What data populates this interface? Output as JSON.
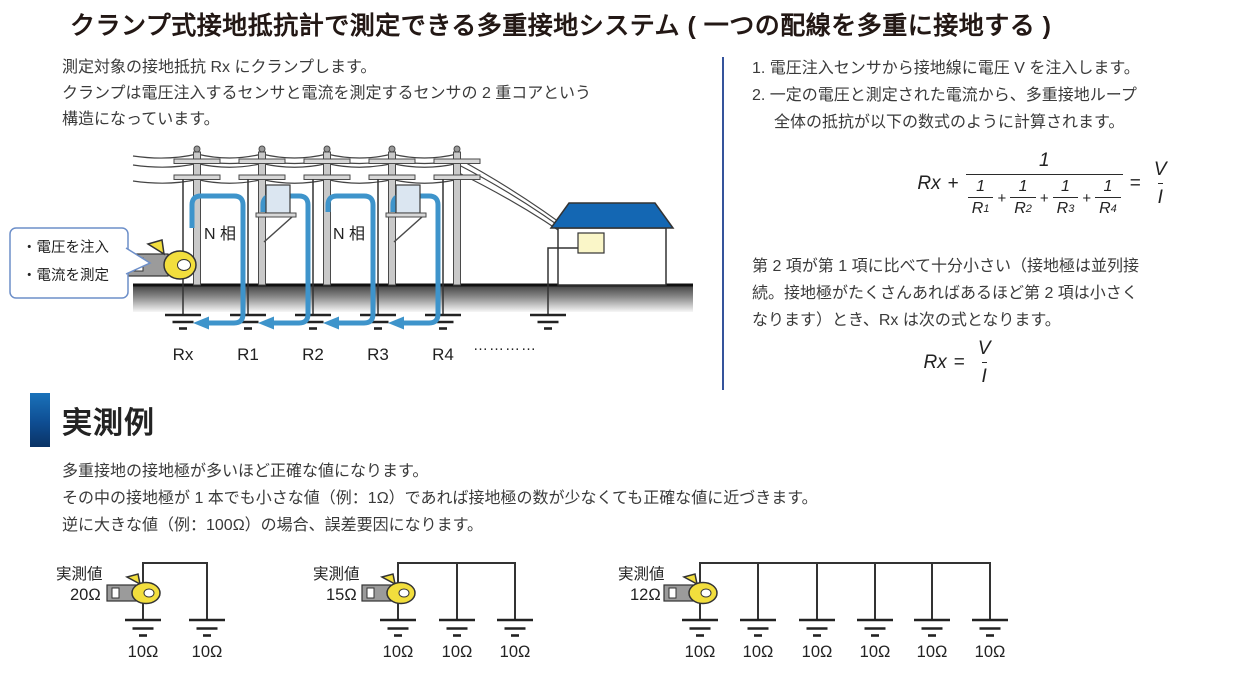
{
  "title": "クランプ式接地抵抗計で測定できる多重接地システム ( 一つの配線を多重に接地する )",
  "intro": {
    "lines": [
      "測定対象の接地抵抗 Rx にクランプします。",
      "クランプは電圧注入するセンサと電流を測定するセンサの 2 重コアという",
      "構造になっています。"
    ]
  },
  "diagram": {
    "callout": {
      "line1": "・電圧を注入",
      "line2": "・電流を測定"
    },
    "phase_labels": [
      "N 相",
      "N 相"
    ],
    "ground_labels": [
      "Rx",
      "R1",
      "R2",
      "R3",
      "R4"
    ],
    "ellipsis": "…………"
  },
  "steps": {
    "lines": [
      "1. 電圧注入センサから接地線に電圧 V を注入します。",
      "2. 一定の電圧と測定された電流から、多重接地ループ",
      "全体の抵抗が以下の数式のように計算されます。"
    ]
  },
  "formula_loop": {
    "lhs": "Rx",
    "op_plus": "+",
    "numerator": "1",
    "den": [
      {
        "n": "1",
        "b": "R",
        "s": "1"
      },
      {
        "n": "1",
        "b": "R",
        "s": "2"
      },
      {
        "n": "1",
        "b": "R",
        "s": "3"
      },
      {
        "n": "1",
        "b": "R",
        "s": "4"
      }
    ],
    "eq": "=",
    "rhs_num": "V",
    "rhs_den": "I"
  },
  "note": {
    "lines": [
      "第 2 項が第 1 項に比べて十分小さい（接地極は並列接",
      "続。接地極がたくさんあればあるほど第 2 項は小さく",
      "なります）とき、Rx は次の式となります。"
    ]
  },
  "formula_simple": {
    "lhs": "Rx",
    "eq": "=",
    "num": "V",
    "den": "I"
  },
  "section": {
    "heading": "実測例",
    "lines": [
      "多重接地の接地極が多いほど正確な値になります。",
      "その中の接地極が 1 本でも小さな値（例：1Ω）であれば接地極の数が少なくても正確な値に近づきます。",
      "逆に大きな値（例：100Ω）の場合、誤差要因になります。"
    ]
  },
  "examples": {
    "measured_label": "実測値",
    "items": [
      {
        "value": "20Ω",
        "electrodes": [
          "10Ω",
          "10Ω"
        ]
      },
      {
        "value": "15Ω",
        "electrodes": [
          "10Ω",
          "10Ω",
          "10Ω"
        ]
      },
      {
        "value": "12Ω",
        "electrodes": [
          "10Ω",
          "10Ω",
          "10Ω",
          "10Ω",
          "10Ω",
          "10Ω"
        ]
      }
    ]
  },
  "colors": {
    "accent_blue": "#3E94CB",
    "divider_navy": "#35549c",
    "roof_blue": "#1467B3",
    "clamp_yellow": "#F2DE3D"
  }
}
